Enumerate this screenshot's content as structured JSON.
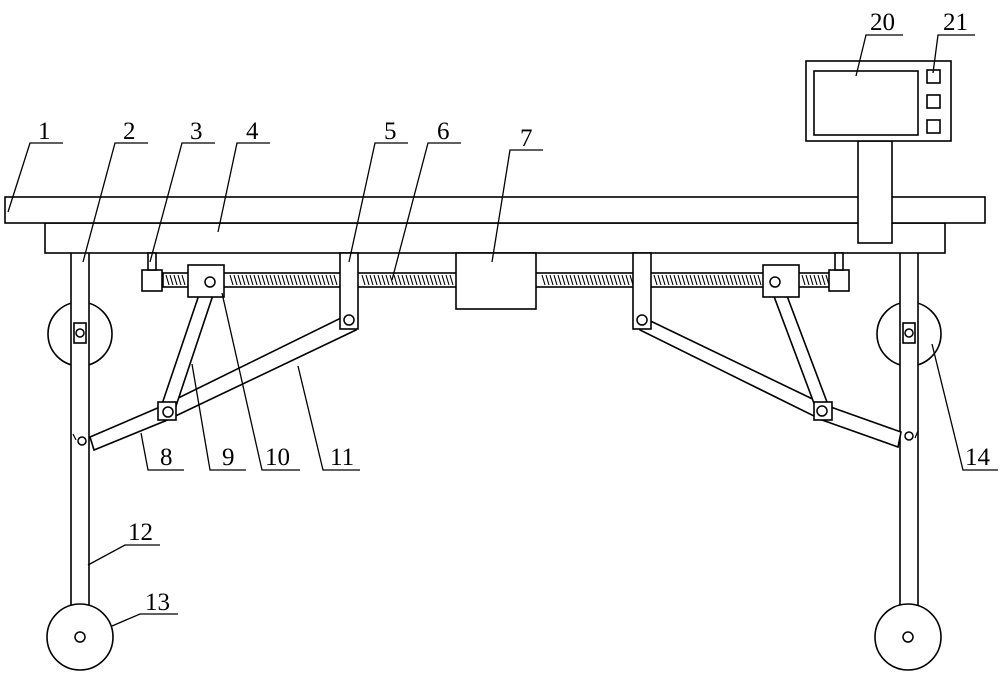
{
  "colors": {
    "line": "#000000",
    "background": "#ffffff"
  },
  "labels": {
    "l1": "1",
    "l2": "2",
    "l3": "3",
    "l4": "4",
    "l5": "5",
    "l6": "6",
    "l7": "7",
    "l8": "8",
    "l9": "9",
    "l10": "10",
    "l11": "11",
    "l12": "12",
    "l13": "13",
    "l14": "14",
    "l20": "20",
    "l21": "21"
  }
}
